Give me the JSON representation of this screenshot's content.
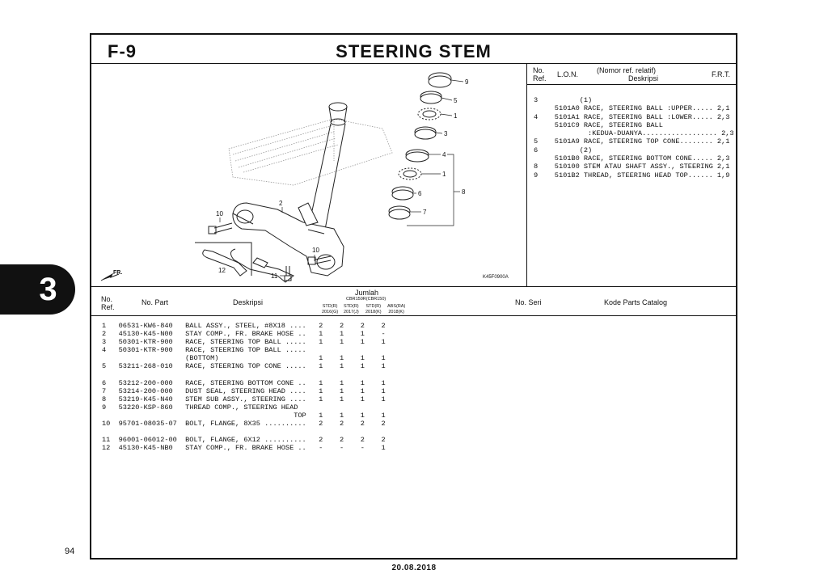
{
  "page": {
    "section_code": "F-9",
    "section_title": "STEERING STEM",
    "chapter": "3",
    "page_number": "94",
    "date": "20.08.2018"
  },
  "diagram": {
    "image_code": "K45F0900A",
    "direction_label": "FR.",
    "callouts": [
      "9",
      "5",
      "1",
      "3",
      "4",
      "1",
      "6",
      "8",
      "7",
      "10",
      "2",
      "12",
      "10",
      "11"
    ]
  },
  "ref_panel": {
    "col_no_ref": "No.\nRef.",
    "col_lon": "L.O.N.",
    "col_desc_top": "(Nomor ref. relatif)",
    "col_desc": "Deskripsi",
    "col_frt": "F.R.T.",
    "lines": [
      "3          (1)",
      "     5101A0 RACE, STEERING BALL :UPPER..... 2,1",
      "4    5101A1 RACE, STEERING BALL :LOWER..... 2,3",
      "     5101C9 RACE, STEERING BALL",
      "             :KEDUA-DUANYA.................. 2,3",
      "5    5101A9 RACE, STEERING TOP CONE........ 2,1",
      "6          (2)",
      "     5101B0 RACE, STEERING BOTTOM CONE..... 2,3",
      "8    510100 STEM ATAU SHAFT ASSY., STEERING 2,1",
      "9    5101B2 THREAD, STEERING HEAD TOP...... 1,9"
    ]
  },
  "parts_table": {
    "col_no_ref": "No.\nRef.",
    "col_part": "No. Part",
    "col_desc": "Deskripsi",
    "col_qty": "Jumlah",
    "qty_group": "CBR150R(CBR150)",
    "qty_cols": [
      "STD(R)\n2016(G)",
      "STD(R)\n2017(J)",
      "STD(R)\n2018(K)",
      "ABS(RA)\n2018(K)"
    ],
    "col_serial": "No. Seri",
    "col_catalog": "Kode Parts Catalog",
    "lines": [
      "1   06531-KW6-840   BALL ASSY., STEEL, #8X18 ....   2    2    2    2",
      "2   45130-K45-N00   STAY COMP., FR. BRAKE HOSE ..   1    1    1    -",
      "3   50301-KTR-900   RACE, STEERING TOP BALL .....   1    1    1    1",
      "4   50301-KTR-900   RACE, STEERING TOP BALL .....",
      "                    (BOTTOM)                        1    1    1    1",
      "5   53211-268-010   RACE, STEERING TOP CONE .....   1    1    1    1",
      "",
      "6   53212-200-000   RACE, STEERING BOTTOM CONE ..   1    1    1    1",
      "7   53214-200-000   DUST SEAL, STEERING HEAD ....   1    1    1    1",
      "8   53219-K45-N40   STEM SUB ASSY., STEERING ....   1    1    1    1",
      "9   53220-KSP-860   THREAD COMP., STEERING HEAD",
      "                                              TOP   1    1    1    1",
      "10  95701-08035-07  BOLT, FLANGE, 8X35 ..........   2    2    2    2",
      "",
      "11  96001-06012-00  BOLT, FLANGE, 6X12 ..........   2    2    2    2",
      "12  45130-K45-NB0   STAY COMP., FR. BRAKE HOSE ..   -    -    -    1"
    ]
  }
}
